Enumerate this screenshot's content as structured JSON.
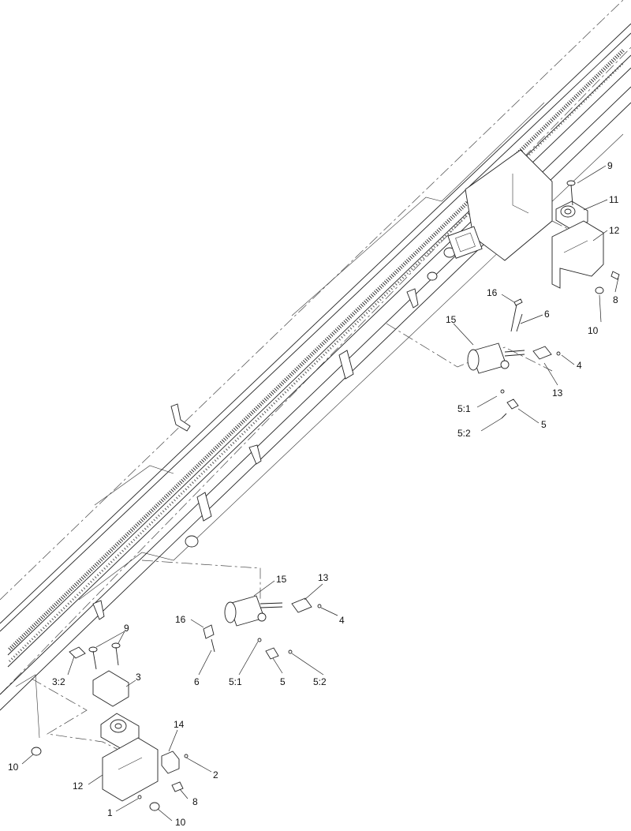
{
  "callouts": [
    {
      "id": "c-9-top",
      "text": "9"
    },
    {
      "id": "c-11-top",
      "text": "11"
    },
    {
      "id": "c-12-top",
      "text": "12"
    },
    {
      "id": "c-8-top",
      "text": "8"
    },
    {
      "id": "c-10-top",
      "text": "10"
    },
    {
      "id": "c-16-top",
      "text": "16"
    },
    {
      "id": "c-6-top",
      "text": "6"
    },
    {
      "id": "c-15-top",
      "text": "15"
    },
    {
      "id": "c-4-top",
      "text": "4"
    },
    {
      "id": "c-13-top",
      "text": "13"
    },
    {
      "id": "c-5-1-top",
      "text": "5:1"
    },
    {
      "id": "c-5-top",
      "text": "5"
    },
    {
      "id": "c-5-2-top",
      "text": "5:2"
    },
    {
      "id": "c-15-bot",
      "text": "15"
    },
    {
      "id": "c-13-bot",
      "text": "13"
    },
    {
      "id": "c-4-bot",
      "text": "4"
    },
    {
      "id": "c-16-bot",
      "text": "16"
    },
    {
      "id": "c-6-bot",
      "text": "6"
    },
    {
      "id": "c-5-1-bot",
      "text": "5:1"
    },
    {
      "id": "c-5-bot",
      "text": "5"
    },
    {
      "id": "c-5-2-bot",
      "text": "5:2"
    },
    {
      "id": "c-9-bot",
      "text": "9"
    },
    {
      "id": "c-3-2-bot",
      "text": "3:2"
    },
    {
      "id": "c-3-bot",
      "text": "3"
    },
    {
      "id": "c-14-bot",
      "text": "14"
    },
    {
      "id": "c-2-bot",
      "text": "2"
    },
    {
      "id": "c-12-bot",
      "text": "12"
    },
    {
      "id": "c-8-bot",
      "text": "8"
    },
    {
      "id": "c-1-bot",
      "text": "1"
    },
    {
      "id": "c-10-bot",
      "text": "10"
    },
    {
      "id": "c-10-left",
      "text": "10"
    }
  ]
}
